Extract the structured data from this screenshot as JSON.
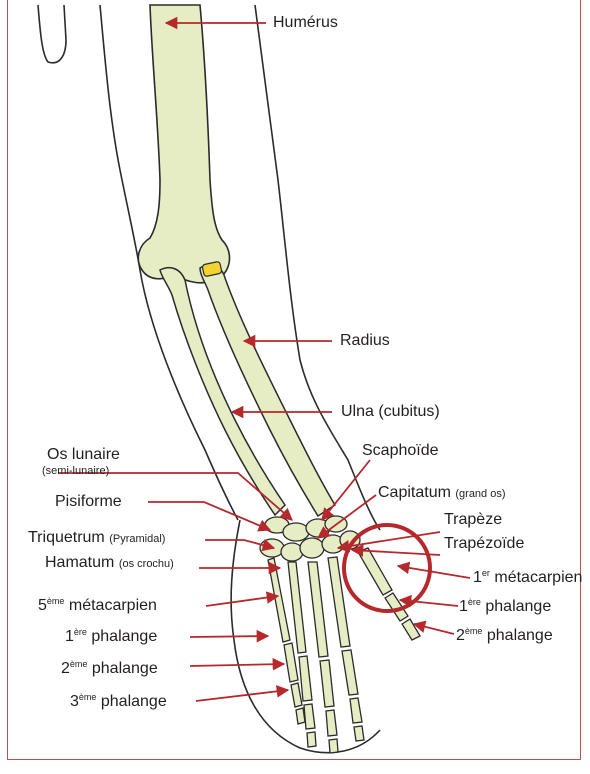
{
  "diagram": {
    "labels": {
      "humerus": "Humérus",
      "radius": "Radius",
      "ulna": "Ulna (cubitus)",
      "os_lunaire": "Os lunaire",
      "os_lunaire_sub": "(semi-lunaire)",
      "scaphoide": "Scaphoïde",
      "pisiforme": "Pisiforme",
      "capitatum": "Capitatum",
      "capitatum_sub": "(grand os)",
      "triquetrum": "Triquetrum",
      "triquetrum_sub": "(Pyramidal)",
      "trapeze": "Trapèze",
      "trapezoide": "Trapézoïde",
      "hamatum": "Hamatum",
      "hamatum_sub": "(os crochu)",
      "metacarpien1_num": "1",
      "metacarpien1_sup": "er",
      "metacarpien1_text": " métacarpien",
      "metacarpien5_num": "5",
      "metacarpien5_sup": "ème",
      "metacarpien5_text": " métacarpien",
      "thumb_phal1_num": "1",
      "thumb_phal1_sup": "ère",
      "thumb_phal1_text": " phalange",
      "thumb_phal2_num": "2",
      "thumb_phal2_sup": "ème",
      "thumb_phal2_text": " phalange",
      "finger_phal1_num": "1",
      "finger_phal1_sup": "ère",
      "finger_phal1_text": " phalange",
      "finger_phal2_num": "2",
      "finger_phal2_sup": "ème",
      "finger_phal2_text": " phalange",
      "finger_phal3_num": "3",
      "finger_phal3_sup": "ème",
      "finger_phal3_text": " phalange"
    },
    "colors": {
      "arrow": "#b5282c",
      "circle": "#b5282c",
      "bone_fill": "#e6edc4",
      "outline": "#2b2b2b",
      "cartilage": "#f1d431"
    }
  }
}
